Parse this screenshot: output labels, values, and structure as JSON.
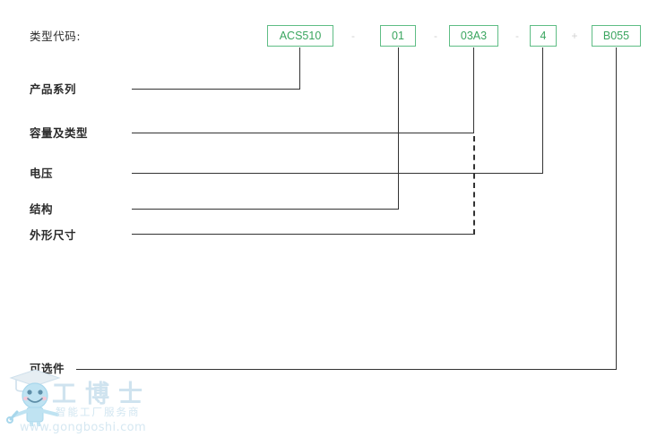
{
  "diagram": {
    "title_label": "类型代码:",
    "rows": [
      {
        "key": "product_series",
        "label": "产品系列"
      },
      {
        "key": "capacity_type",
        "label": "容量及类型"
      },
      {
        "key": "voltage",
        "label": "电压"
      },
      {
        "key": "structure",
        "label": "结构"
      },
      {
        "key": "dimensions",
        "label": "外形尺寸"
      },
      {
        "key": "optional",
        "label": "可选件"
      }
    ],
    "code_segments": [
      {
        "value": "ACS510",
        "separator_after": "-"
      },
      {
        "value": "01",
        "separator_after": "-"
      },
      {
        "value": "03A3",
        "separator_after": "-"
      },
      {
        "value": "4",
        "separator_after": "+"
      },
      {
        "value": "B055",
        "separator_after": ""
      }
    ],
    "colors": {
      "box_border": "#5fbd85",
      "box_text": "#3aa55f",
      "separator": "#d2d2d2",
      "leader_line": "#333333",
      "label_text": "#2b2b2b",
      "background": "#ffffff"
    }
  },
  "watermark": {
    "brand": "工博士",
    "tagline": "智能工厂服务商",
    "url": "www.gongboshi.com",
    "mascot_icon": "graduate-robot-icon",
    "color": "#d2e6f1"
  }
}
